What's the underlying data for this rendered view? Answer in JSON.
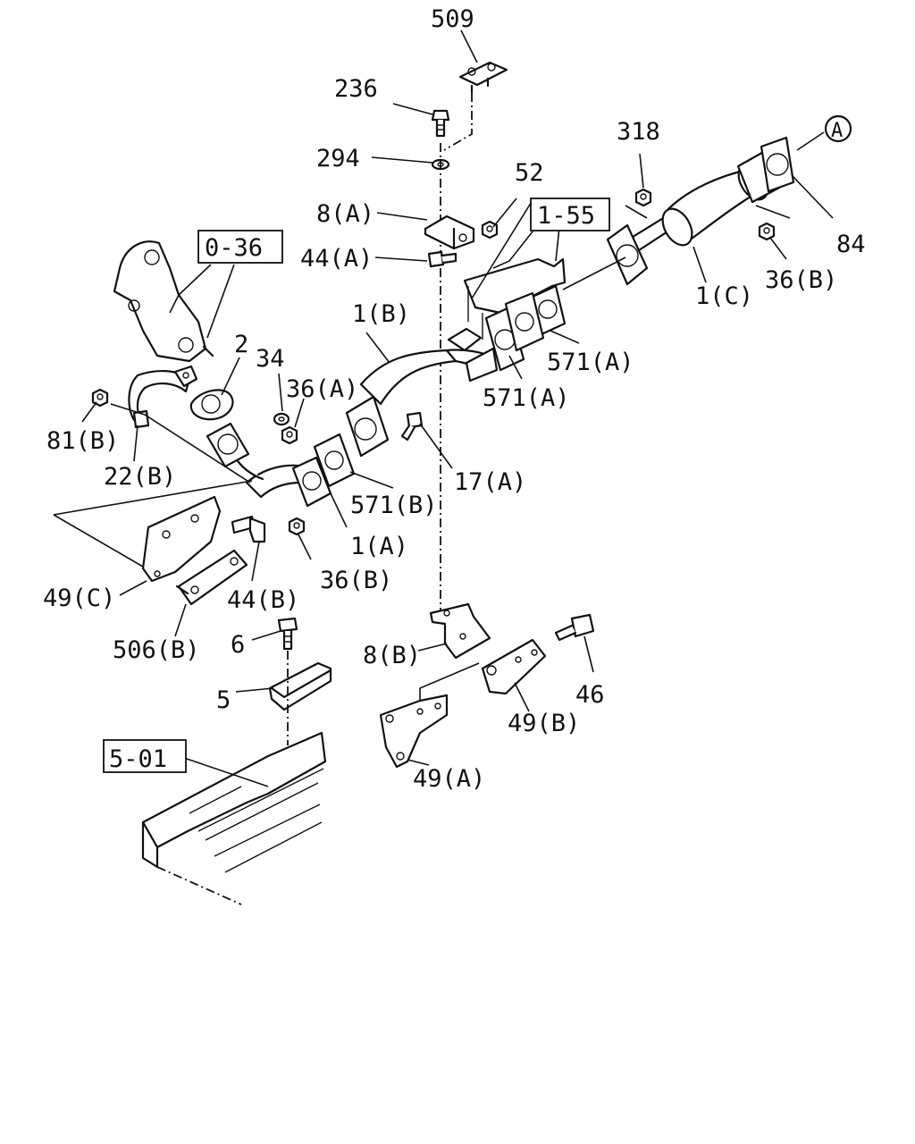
{
  "labels": {
    "l509": "509",
    "l236": "236",
    "l294": "294",
    "l8A": "8(A)",
    "l44A": "44(A)",
    "l52": "52",
    "l1_55": "1-55",
    "l318": "318",
    "lA": "A",
    "l84": "84",
    "l36B_top": "36(B)",
    "l1C": "1(C)",
    "l0_36": "0-36",
    "l1B": "1(B)",
    "l571A_1": "571(A)",
    "l571A_2": "571(A)",
    "l2": "2",
    "l34": "34",
    "l36A": "36(A)",
    "l81B": "81(B)",
    "l22B": "22(B)",
    "l17A": "17(A)",
    "l571B": "571(B)",
    "l1A": "1(A)",
    "l36B_mid": "36(B)",
    "l49C": "49(C)",
    "l44B": "44(B)",
    "l506B": "506(B)",
    "l6": "6",
    "l5": "5",
    "l8B": "8(B)",
    "l46": "46",
    "l49B": "49(B)",
    "l49A": "49(A)",
    "l5_01": "5-01"
  }
}
